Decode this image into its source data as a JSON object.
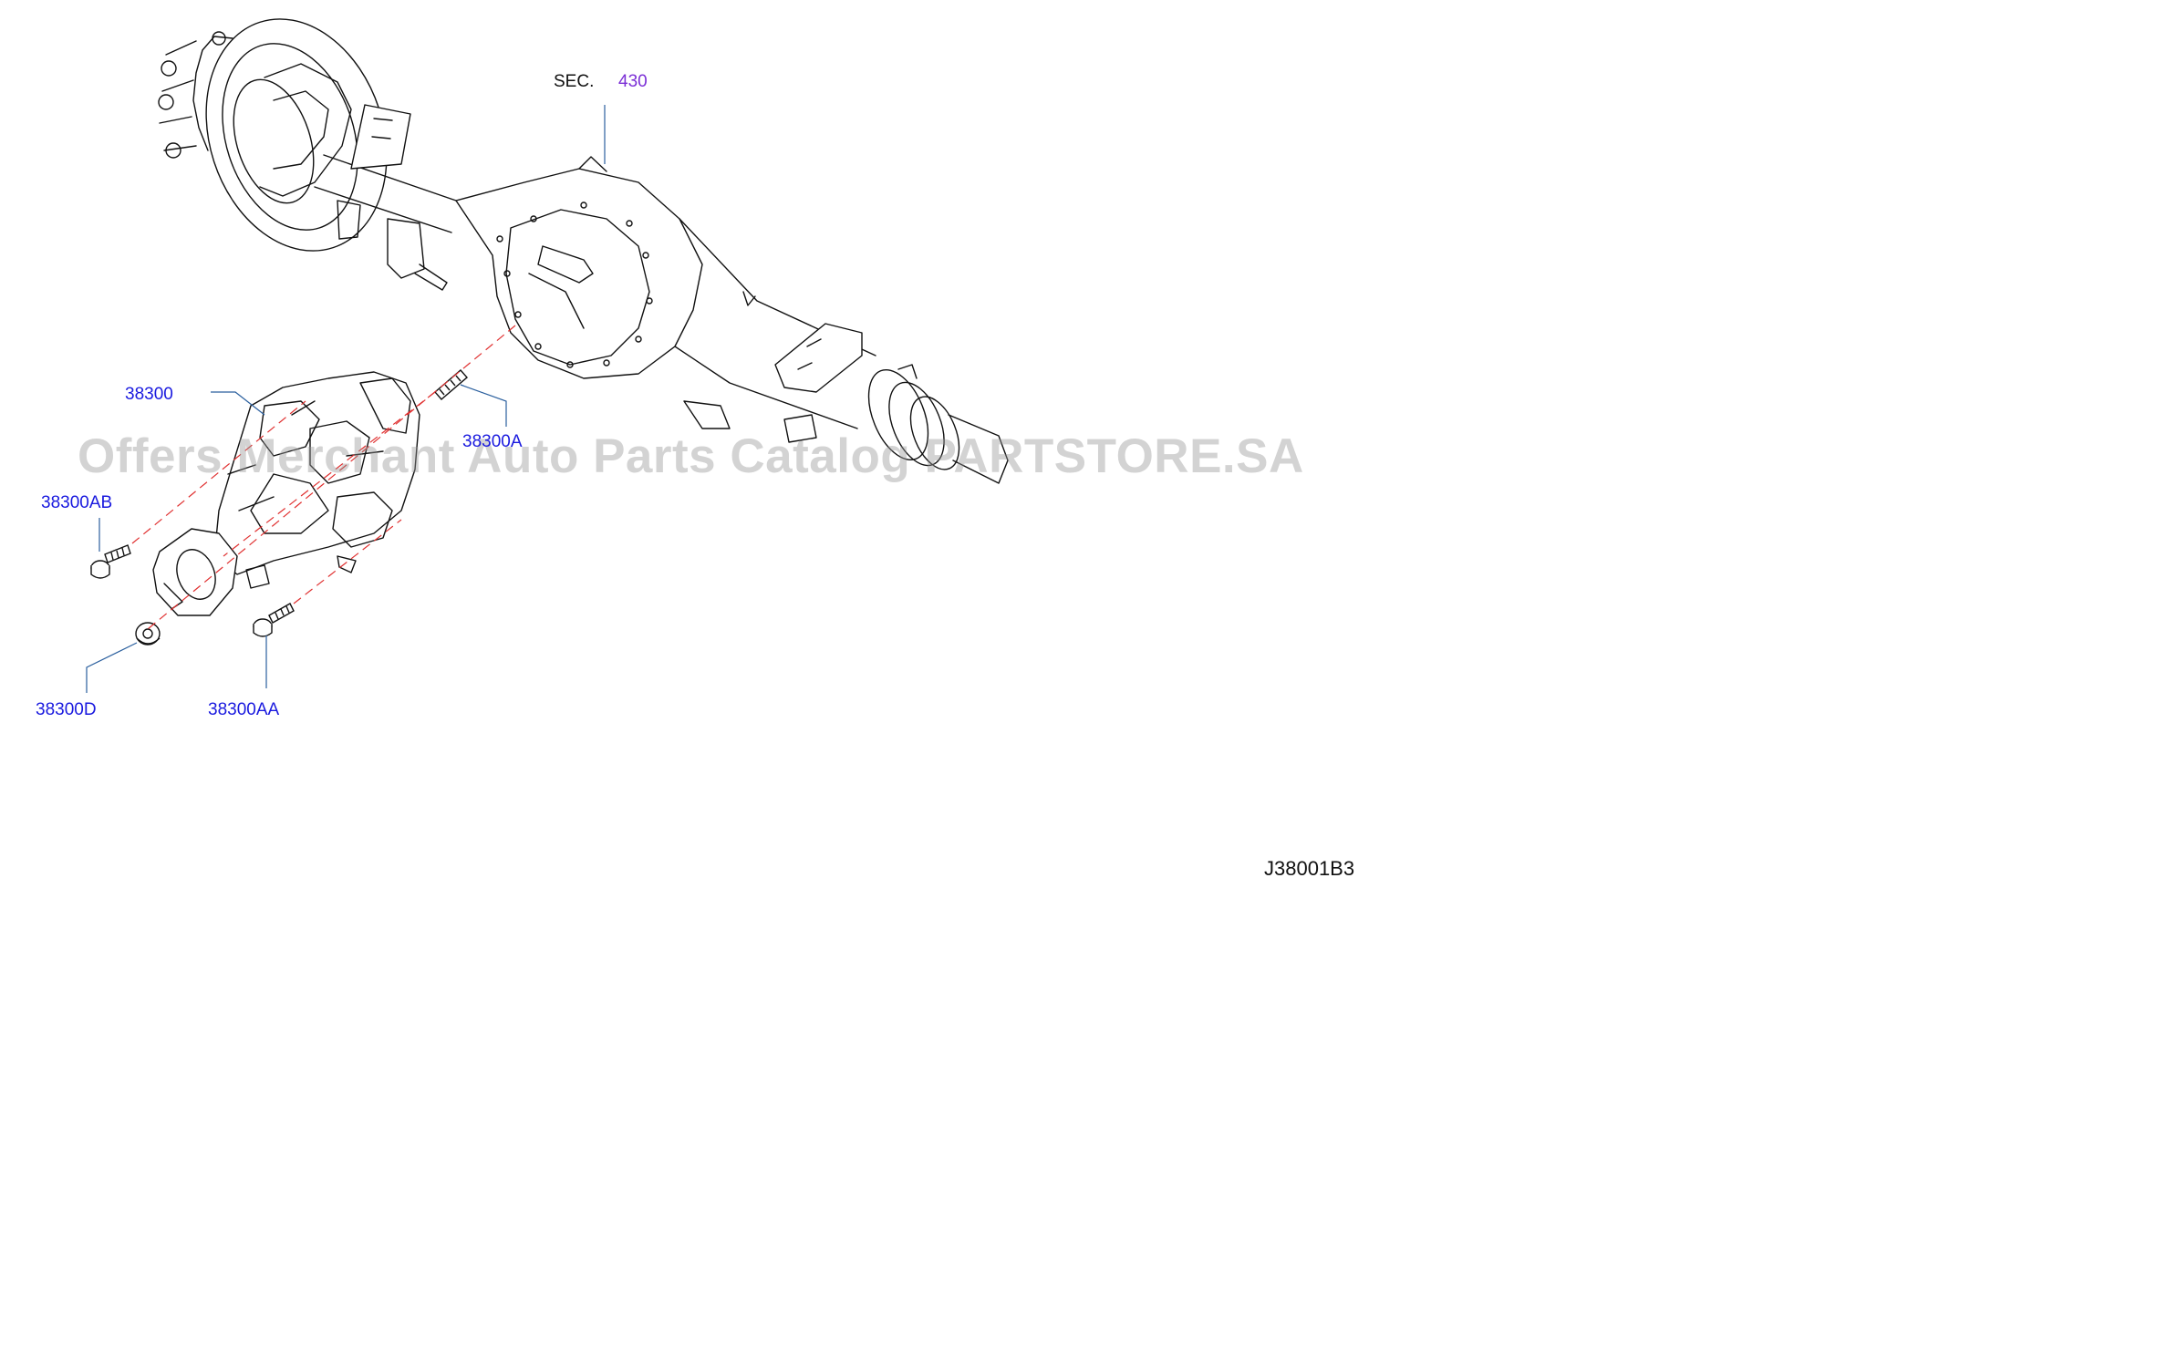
{
  "section_ref": {
    "prefix": "SEC.",
    "number": "430"
  },
  "callouts": [
    {
      "id": "38300",
      "text": "38300"
    },
    {
      "id": "38300A",
      "text": "38300A"
    },
    {
      "id": "38300AB",
      "text": "38300AB"
    },
    {
      "id": "38300D",
      "text": "38300D"
    },
    {
      "id": "38300AA",
      "text": "38300AA"
    }
  ],
  "diagram_code": "J38001B3",
  "watermark": "Offers Merchant Auto Parts Catalog PARTSTORE.SA",
  "colors": {
    "callout": "#1a1adf",
    "section_link": "#7b2fd6",
    "leader": "#2a5f9e",
    "dash": "#e03030",
    "line_art": "#111111"
  }
}
